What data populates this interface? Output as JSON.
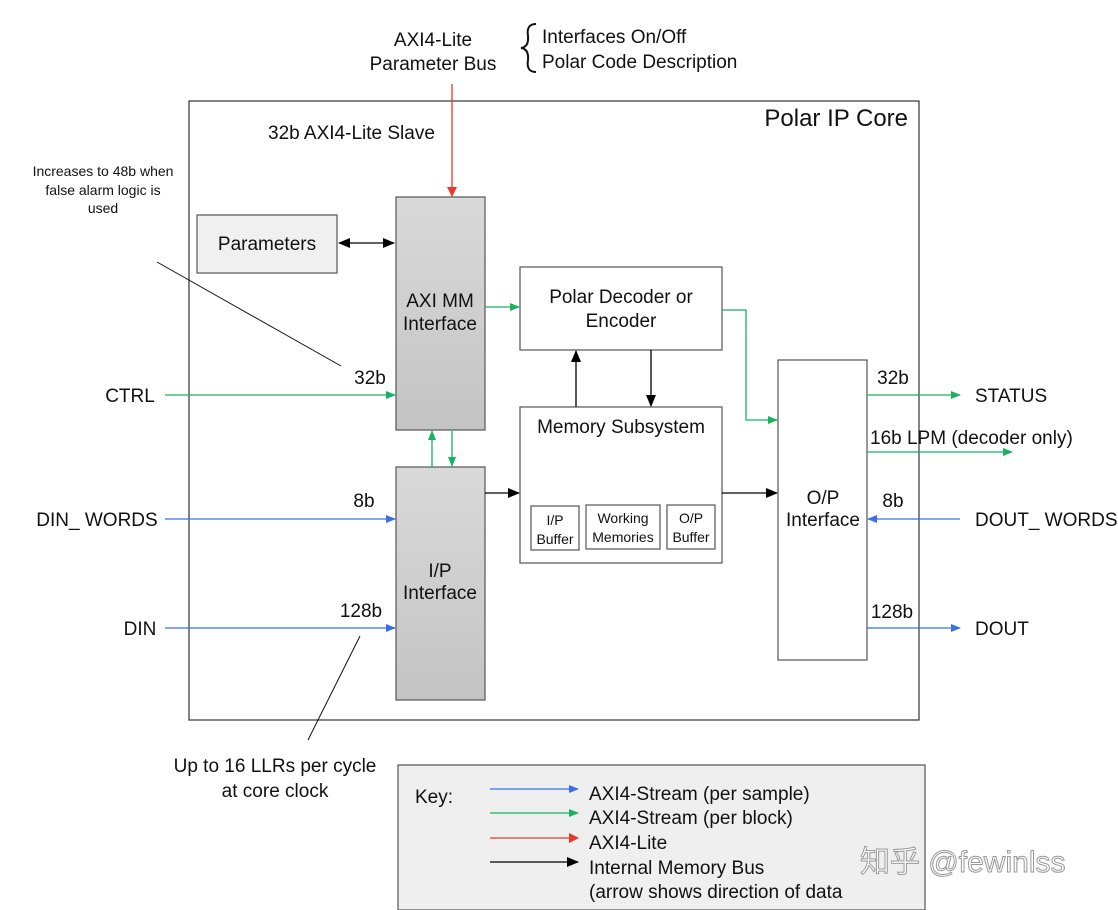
{
  "colors": {
    "axi_stream_sample": "#3b6fe8",
    "axi_stream_block": "#19b25f",
    "axi_lite": "#e8392a",
    "internal_bus": "#000000"
  },
  "top": {
    "bus_line1": "AXI4-Lite",
    "bus_line2": "Parameter Bus",
    "brace_line1": "Interfaces On/Off",
    "brace_line2": "Polar Code Description"
  },
  "core": {
    "title": "Polar IP Core",
    "slave_label": "32b AXI4-Lite Slave"
  },
  "note_48b": [
    "Increases to 48b when",
    "false alarm logic is",
    "used"
  ],
  "blocks": {
    "parameters": "Parameters",
    "axi_mm": [
      "AXI MM",
      "Interface"
    ],
    "ip_interface": [
      "I/P",
      "Interface"
    ],
    "decoder": [
      "Polar Decoder or",
      "Encoder"
    ],
    "memory": "Memory Subsystem",
    "ip_buffer": [
      "I/P",
      "Buffer"
    ],
    "working_memories": [
      "Working",
      "Memories"
    ],
    "op_buffer": [
      "O/P",
      "Buffer"
    ],
    "op_interface": [
      "O/P",
      "Interface"
    ]
  },
  "inputs": {
    "ctrl": {
      "label": "CTRL",
      "width": "32b"
    },
    "din_words": {
      "label": "DIN_ WORDS",
      "width": "8b"
    },
    "din": {
      "label": "DIN",
      "width": "128b"
    }
  },
  "outputs": {
    "status": {
      "label": "STATUS",
      "width": "32b"
    },
    "lpm": {
      "label": "16b LPM (decoder only)"
    },
    "dout_words": {
      "label": "DOUT_ WORDS",
      "width": "8b"
    },
    "dout": {
      "label": "DOUT",
      "width": "128b"
    }
  },
  "note_llr": [
    "Up to 16 LLRs per cycle",
    "at core clock"
  ],
  "key": {
    "title": "Key:",
    "items": [
      "AXI4-Stream (per sample)",
      "AXI4-Stream (per block)",
      "AXI4-Lite",
      "Internal Memory Bus",
      "(arrow shows direction of data"
    ]
  },
  "watermark": "知乎 @fewinlss"
}
